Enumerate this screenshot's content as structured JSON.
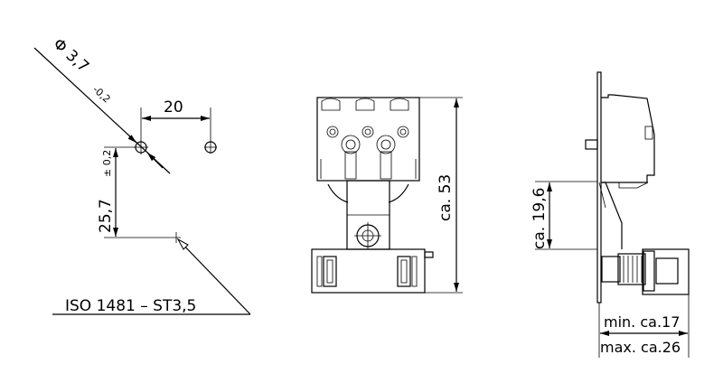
{
  "left_view": {
    "diameter_label": "Φ 3,7",
    "diameter_tolerance": "-0,2",
    "spacing_label": "20",
    "height_label": "25,7",
    "height_tolerance": "± 0,2",
    "screw_label": "ISO 1481 – ST3,5"
  },
  "front_view": {
    "height_label": "ca. 53"
  },
  "side_view": {
    "offset_label": "ca. 19,6",
    "min_depth_label": "min. ca.17",
    "max_depth_label": "max. ca.26"
  }
}
